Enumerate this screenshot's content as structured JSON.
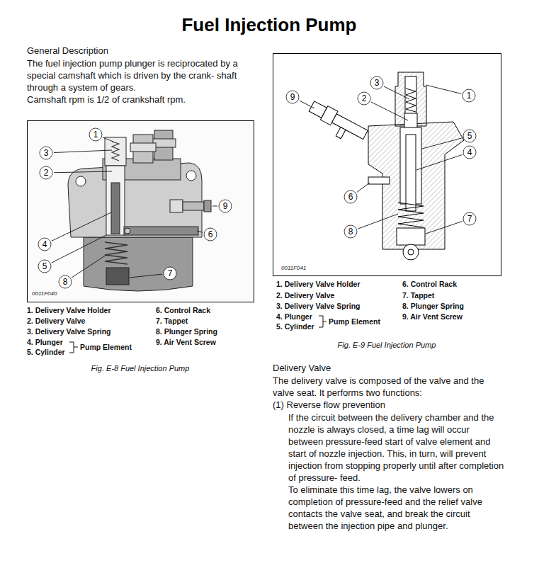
{
  "diagram": {
    "title": "Fuel Injection Pump",
    "labels": [
      "General Description",
      "The fuel injection pump plunger is reciprocated by a special camshaft which is driven by the crank- shaft through a system of gears.",
      "Camshaft rpm is 1/2 of crankshaft rpm.",
      "1",
      "3",
      "2",
      "9",
      "6",
      "4",
      "5",
      "8",
      "7",
      "0011F040",
      "1. Delivery Valve Holder",
      "2. Delivery Valve",
      "3. Delivery Valve Spring",
      "4. Plunger",
      "5. Cylinder",
      "Pump Element",
      "6. Control Rack",
      "7. Tappet",
      "8. Plunger Spring",
      "9. Air Vent Screw",
      "Fig. E-8 Fuel Injection Pump",
      "3",
      "9",
      "2",
      "1",
      "5",
      "4",
      "6",
      "7",
      "8",
      "0011F041",
      "1. Delivery Valve Holder",
      "2. Delivery Valve",
      "3. Delivery Valve Spring",
      "4. Plunger",
      "5. Cylinder",
      "Pump Element",
      "6. Control Rack",
      "7. Tappet",
      "8. Plunger Spring",
      "9. Air Vent Screw",
      "Fig. E-9 Fuel Injection Pump",
      "Delivery Valve",
      "The delivery valve is composed of the valve and the valve seat. It performs two functions:",
      "(1) Reverse flow prevention",
      "If the circuit between the delivery chamber and the nozzle is always closed, a time lag will occur between pressure-feed start of valve element and start of nozzle injection. This, in turn, will prevent injection from stopping properly until after completion of pressure- feed.",
      "To eliminate this time lag, the valve lowers on completion of pressure-feed and the relief valve contacts the valve seat, and break the circuit between the injection pipe and plunger."
    ]
  }
}
